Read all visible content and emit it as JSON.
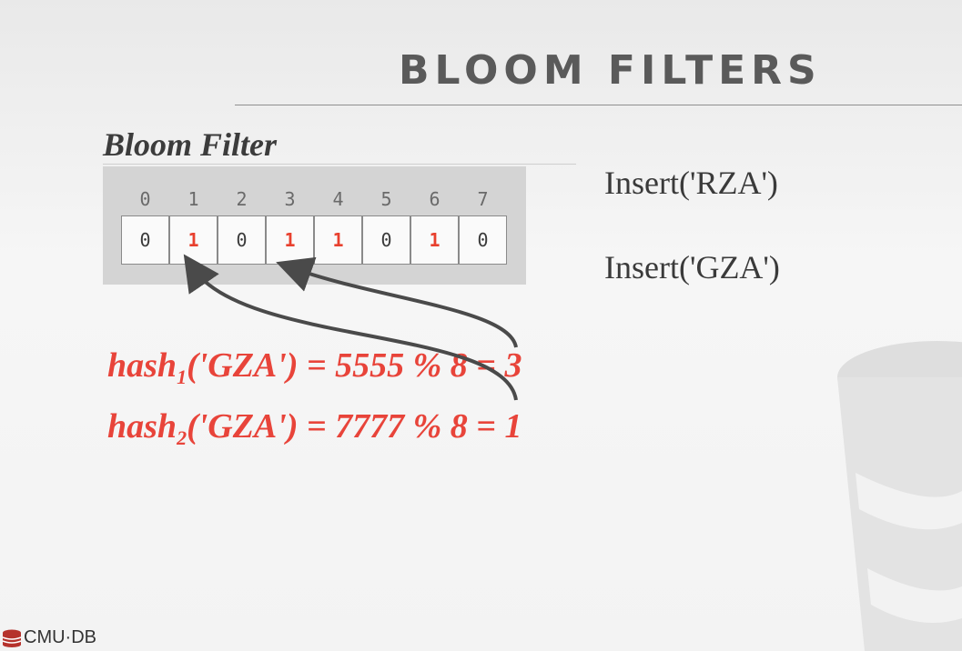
{
  "slide": {
    "title": "BLOOM FILTERS"
  },
  "bloom_filter": {
    "label": "Bloom Filter",
    "indices": [
      "0",
      "1",
      "2",
      "3",
      "4",
      "5",
      "6",
      "7"
    ],
    "bits": [
      "0",
      "1",
      "0",
      "1",
      "1",
      "0",
      "1",
      "0"
    ],
    "set_bit_color": "#e8402e"
  },
  "operations": {
    "insert_1": "Insert('RZA')",
    "insert_2": "Insert('GZA')"
  },
  "hashes": [
    {
      "func": "hash",
      "sub": "1",
      "expr": "('GZA') = 5555 % 8 = 3"
    },
    {
      "func": "hash",
      "sub": "2",
      "expr": "('GZA') = 7777 % 8 = 1"
    }
  ],
  "footer": {
    "logo_text": "CMU·DB"
  },
  "colors": {
    "accent_red": "#e8443a",
    "text_dark": "#3a3a3a",
    "arrow": "#4a4a4a"
  }
}
